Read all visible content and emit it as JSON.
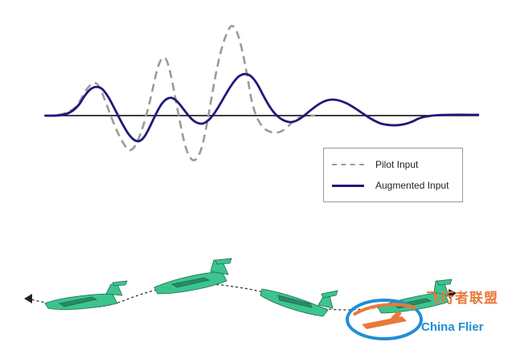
{
  "legend": {
    "pilot_input_label": "Pilot Input",
    "augmented_input_label": "Augmented Input"
  },
  "colors": {
    "pilot_input": "#9a9a9a",
    "augmented_input": "#1e1a7a",
    "baseline": "#000000",
    "aircraft_body": "#3cc48f",
    "flight_path": "#333333"
  },
  "watermark": {
    "chinese_text": "飞行者联盟",
    "english_text": "China Flier"
  }
}
